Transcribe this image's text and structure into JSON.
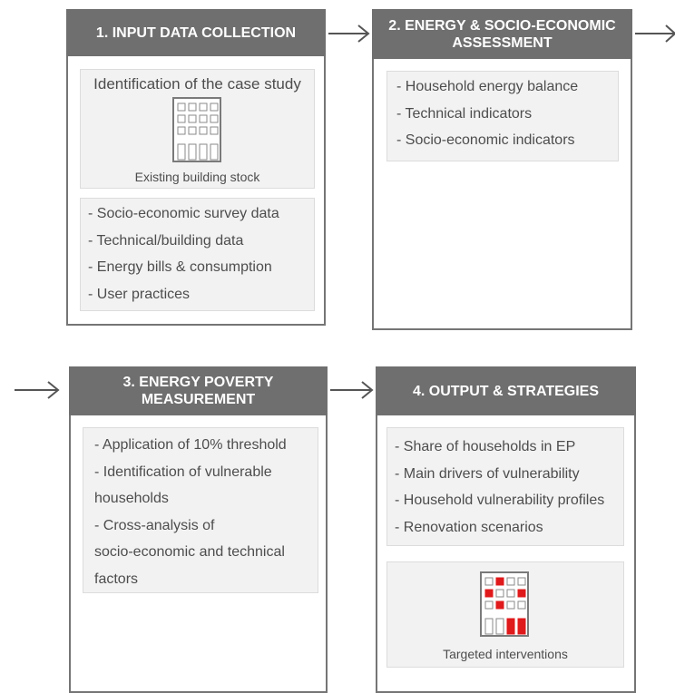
{
  "step1": {
    "title": "1. INPUT DATA COLLECTION",
    "panel_title": "Identification of the case study",
    "icon": "building-icon",
    "caption": "Existing building stock",
    "items": [
      "- Socio-economic survey data",
      "- Technical/building data",
      "- Energy bills & consumption",
      "- User practices"
    ]
  },
  "step2": {
    "title_lines": [
      "2. ENERGY & SOCIO-ECONOMIC",
      "ASSESSMENT"
    ],
    "items": [
      "- Household energy balance",
      "- Technical indicators",
      "- Socio-economic indicators"
    ]
  },
  "step3": {
    "title_lines": [
      "3. ENERGY POVERTY",
      "MEASUREMENT"
    ],
    "items": [
      "- Application of 10% threshold",
      "- Identification of vulnerable",
      "households",
      "- Cross-analysis of",
      "socio-economic and technical",
      "factors"
    ]
  },
  "step4": {
    "title": "4. OUTPUT & STRATEGIES",
    "items": [
      "- Share of households in EP",
      "- Main drivers of vulnerability",
      "- Household vulnerability profiles",
      "- Renovation scenarios"
    ],
    "icon": "highlighted-building-icon",
    "caption": "Targeted interventions"
  },
  "colors": {
    "header": "#6f6f6f",
    "border": "#757575",
    "panel": "#f2f2f2",
    "highlight": "#e0191b"
  },
  "arrows": [
    "arrow-right-icon",
    "arrow-right-icon",
    "arrow-right-icon",
    "arrow-right-icon"
  ]
}
